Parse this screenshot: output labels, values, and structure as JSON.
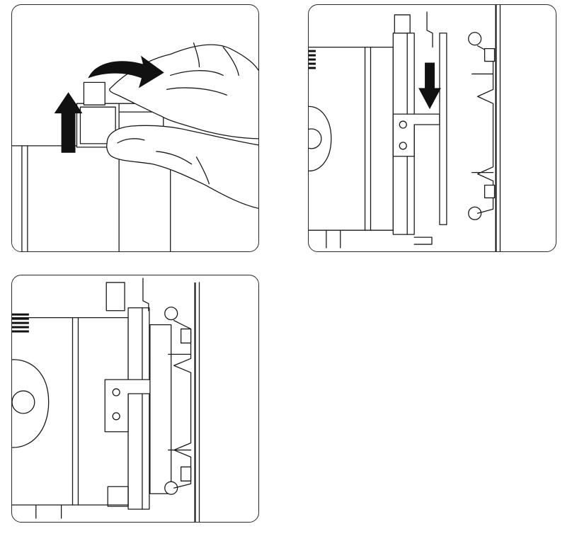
{
  "figure": {
    "panels": [
      {
        "step": "lift-and-rotate-latch",
        "icons": [
          "up-arrow-icon",
          "curved-arrow-icon"
        ]
      },
      {
        "step": "slide-down-onto-bracket",
        "icons": [
          "down-arrow-icon"
        ]
      },
      {
        "step": "mounted-result",
        "icons": []
      }
    ]
  },
  "colors": {
    "line": "#1a1a1a",
    "arrow": "#111111",
    "background": "#ffffff"
  }
}
